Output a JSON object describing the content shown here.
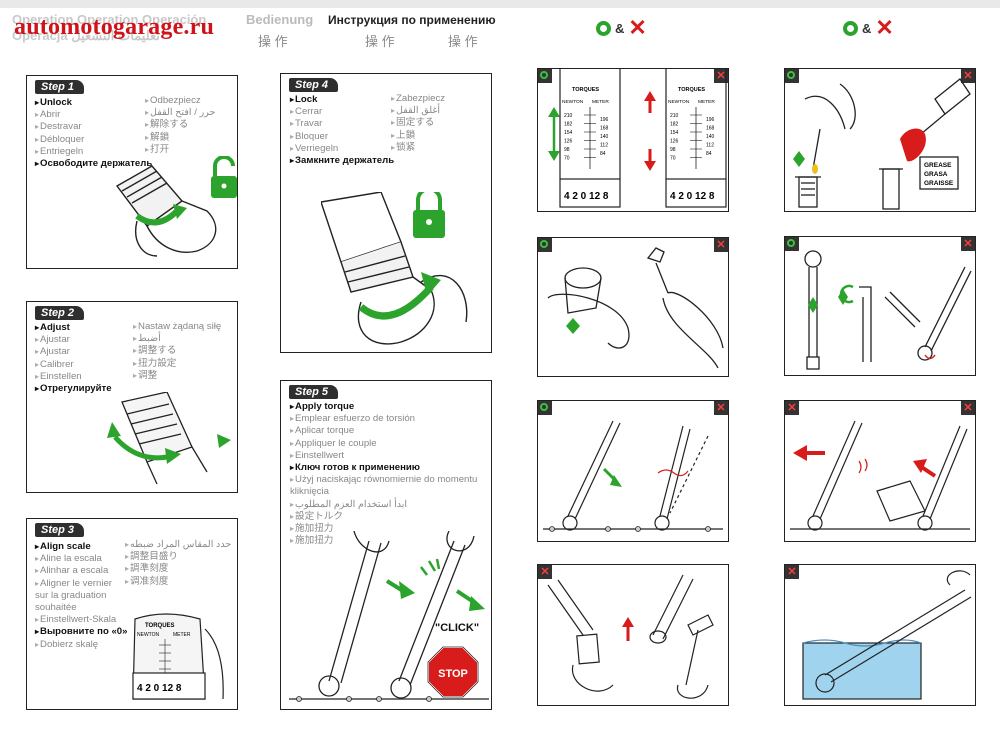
{
  "header": {
    "watermark": "automotogarage.ru",
    "lang_row1": "Operation  Operation  Operación",
    "lang_row2": "Operacja  تعليمات التشغيل",
    "bedienung": "Bedienung",
    "russian_title": "Инструкция по применению",
    "jp1": "操 作",
    "jp2": "操 作",
    "jp3": "操 作",
    "amp1": "&",
    "amp2": "&",
    "x1": "✕",
    "x2": "✕"
  },
  "step1": {
    "tag": "Step 1",
    "col1": [
      "Unlock",
      "Abrir",
      "Destravar",
      "Débloquer",
      "Entriegeln",
      "Освободите держатель"
    ],
    "col1_bold": [
      true,
      false,
      false,
      false,
      false,
      true
    ],
    "col2": [
      "Odbezpiecz",
      "حرر / افتح القفل",
      "解除する",
      "解鎖",
      "打开"
    ]
  },
  "step2": {
    "tag": "Step 2",
    "col1": [
      "Adjust",
      "Ajustar",
      "Ajustar",
      "Calibrer",
      "Einstellen",
      "Отрегулируйте"
    ],
    "col1_bold": [
      true,
      false,
      false,
      false,
      false,
      true
    ],
    "col2": [
      "Nastaw żądaną siłę",
      "أضبط",
      "調整する",
      "扭力設定",
      "调整"
    ]
  },
  "step3": {
    "tag": "Step 3",
    "col1": [
      "Align scale",
      "Aline la escala",
      "Alinhar a escala",
      "Aligner le vernier",
      "sur la graduation",
      "souhaitée",
      "Einstellwert-Skala",
      "Выровните по «0»",
      "Dobierz skalę"
    ],
    "col1_bold": [
      true,
      false,
      false,
      false,
      false,
      false,
      false,
      true,
      false
    ],
    "col1_arrow": [
      true,
      true,
      true,
      true,
      false,
      false,
      true,
      true,
      true
    ],
    "col2": [
      "حدد المقاس المراد ضبطه",
      "調整目盛り",
      "調準刻度",
      "调准刻度"
    ]
  },
  "step4": {
    "tag": "Step 4",
    "col1": [
      "Lock",
      "Cerrar",
      "Travar",
      "Bloquer",
      "Verriegeln",
      "Замкните держатель"
    ],
    "col1_bold": [
      true,
      false,
      false,
      false,
      false,
      true
    ],
    "col2": [
      "Zabezpiecz",
      "أغلق القفل",
      "固定する",
      "上鎖",
      "锁紧"
    ]
  },
  "step5": {
    "tag": "Step 5",
    "lines": [
      "Apply torque",
      "Emplear esfuerzo de torsión",
      "Aplicar torque",
      "Appliquer le couple",
      "Einstellwert",
      "Ключ готов к применению",
      "Użyj naciskając równomiernie do momentu",
      "kliknięcia",
      "ابدأ استخدام العزم المطلوب",
      "設定トルク",
      "施加扭力",
      "施加扭力"
    ],
    "bold": [
      true,
      false,
      false,
      false,
      false,
      true,
      false,
      false,
      false,
      false,
      false,
      false
    ],
    "arrow": [
      true,
      true,
      true,
      true,
      true,
      true,
      true,
      false,
      true,
      true,
      true,
      true
    ],
    "click": "\"CLICK\"",
    "stop": "STOP"
  },
  "gauge": {
    "title": "TORQUES",
    "newton": "NEWTON",
    "meter": "METER",
    "left_vals": [
      "210",
      "182",
      "154",
      "126",
      "98",
      "70"
    ],
    "right_vals": [
      "196",
      "168",
      "140",
      "112",
      "84"
    ],
    "dial": "4 2 0 12 8"
  },
  "step3_gauge": {
    "title": "TORQUES",
    "newton": "NEWTON",
    "meter": "METER",
    "dial": "4 2 0 12 8"
  },
  "grease_box": {
    "lines": [
      "GREASE",
      "GRASA",
      "GRAISSE"
    ]
  },
  "colors": {
    "green": "#2ca32c",
    "red": "#d81b1b",
    "dark": "#2f2f2f",
    "water": "#9fd3ee"
  }
}
